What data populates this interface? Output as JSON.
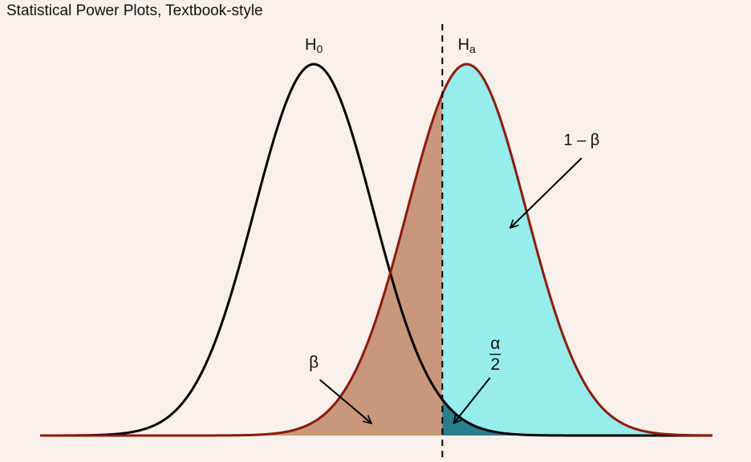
{
  "chart_data": {
    "type": "area",
    "title": "Statistical Power Plots, Textbook-style",
    "xlim": [
      -4.6,
      6.7
    ],
    "ylim": [
      0,
      0.4
    ],
    "axes_visible": false,
    "grid": false,
    "critical_value": 2.16,
    "series": [
      {
        "name": "H0",
        "mean": 0,
        "sd": 1,
        "color": "#000000"
      },
      {
        "name": "Ha",
        "mean": 2.57,
        "sd": 1,
        "color": "#8b1a0e"
      }
    ],
    "regions": [
      {
        "name": "beta",
        "under": "Ha",
        "from": -4.6,
        "to": 2.16,
        "color": "#c9977a"
      },
      {
        "name": "power",
        "under": "Ha",
        "from": 2.16,
        "to": 6.7,
        "color": "#97ecec"
      },
      {
        "name": "alpha-half",
        "under": "H0",
        "from": 2.16,
        "to": 6.7,
        "color": "#2a7d8a"
      }
    ],
    "labels": {
      "h0_main": "H",
      "h0_sub": "0",
      "ha_main": "H",
      "ha_sub": "a",
      "power": "1 – β",
      "beta": "β",
      "alpha_num": "α",
      "alpha_den": "2"
    },
    "annotations": [
      {
        "label": "power",
        "text_at": [
          4.5,
          0.31
        ],
        "arrow_from": [
          4.5,
          0.298
        ],
        "arrow_to": [
          3.3,
          0.223
        ]
      },
      {
        "label": "beta",
        "text_at": [
          -0.0,
          0.073
        ],
        "arrow_from": [
          0.1,
          0.06
        ],
        "arrow_to": [
          0.97,
          0.013
        ]
      },
      {
        "label": "alpha-half",
        "text_at": [
          3.05,
          0.07
        ],
        "arrow_from": [
          2.96,
          0.062
        ],
        "arrow_to": [
          2.35,
          0.013
        ]
      }
    ]
  }
}
